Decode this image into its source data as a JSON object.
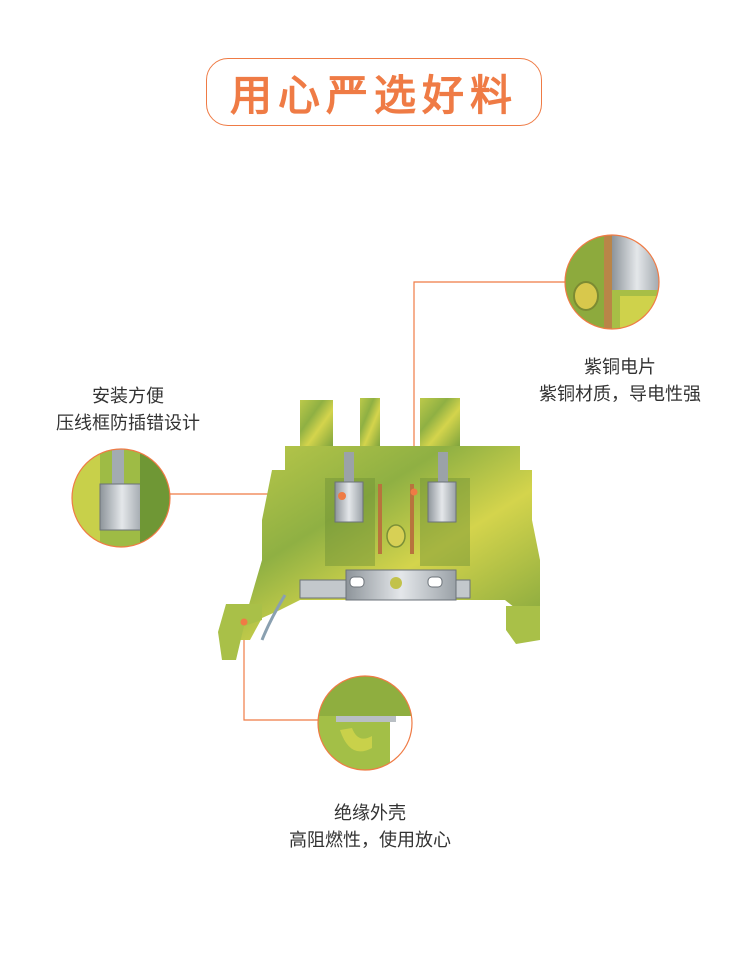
{
  "title": "用心严选好料",
  "callouts": {
    "copper": {
      "line1": "紫铜电片",
      "line2": "紫铜材质，导电性强"
    },
    "frame": {
      "line1": "安装方便",
      "line2": "压线框防插错设计"
    },
    "housing": {
      "line1": "绝缘外壳",
      "line2": "高阻燃性，使用放心"
    }
  },
  "colors": {
    "accent": "#ef7b45",
    "housing_green": "#9db84a",
    "housing_yellow": "#cfd54a",
    "metal": "#b9bfc4",
    "text": "#333333"
  }
}
